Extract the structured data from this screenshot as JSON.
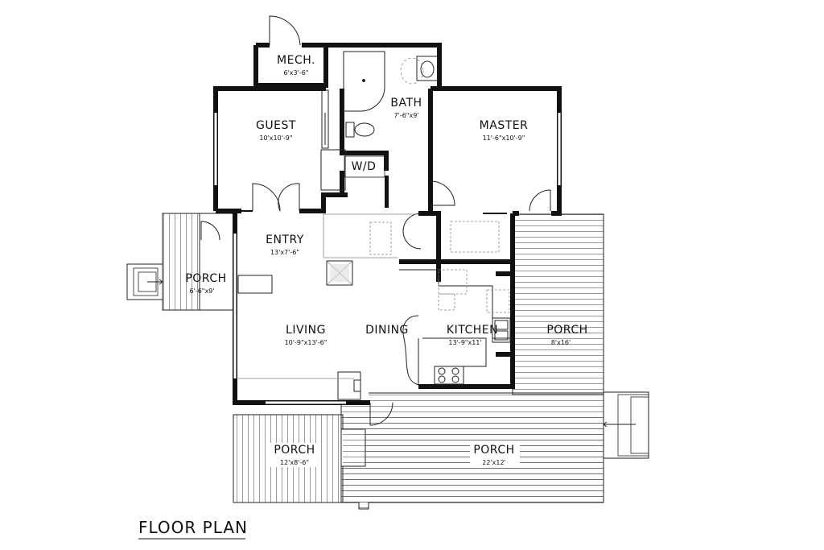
{
  "plan_title": "FLOOR PLAN",
  "rooms": {
    "mech": {
      "name": "MECH.",
      "dims": "6'x3'-6\""
    },
    "bath": {
      "name": "BATH",
      "dims": "7'-6\"x9'"
    },
    "guest": {
      "name": "GUEST",
      "dims": "10'x10'-9\""
    },
    "master": {
      "name": "MASTER",
      "dims": "11'-6\"x10'-9\""
    },
    "wd": {
      "name": "W/D"
    },
    "entry": {
      "name": "ENTRY",
      "dims": "13'x7'-6\""
    },
    "living": {
      "name": "LIVING",
      "dims": "10'-9\"x13'-6\""
    },
    "dining": {
      "name": "DINING"
    },
    "kitchen": {
      "name": "KITCHEN",
      "dims": "13'-9\"x11'"
    },
    "porch_west": {
      "name": "PORCH",
      "dims": "6'-6\"x9'"
    },
    "porch_east": {
      "name": "PORCH",
      "dims": "8'x16'"
    },
    "porch_sw": {
      "name": "PORCH",
      "dims": "12'x8'-6\""
    },
    "porch_south": {
      "name": "PORCH",
      "dims": "22'x12'"
    }
  }
}
